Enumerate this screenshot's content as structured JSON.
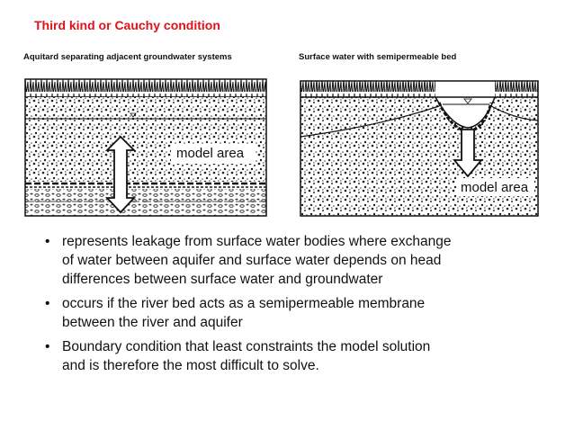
{
  "slide": {
    "title": "Third kind or Cauchy condition"
  },
  "figures": {
    "left": {
      "caption": "Aquitard separating adjacent groundwater systems",
      "label": "model area"
    },
    "right": {
      "caption": "Surface water with semipermeable bed",
      "label": "model area"
    }
  },
  "bullets": [
    {
      "lines": [
        "represents  leakage from surface water bodies where exchange",
        "of water between aquifer and surface water depends on head",
        "differences between surface water and groundwater"
      ]
    },
    {
      "lines": [
        "occurs if the river bed acts as a semipermeable membrane",
        "between the river and aquifer"
      ]
    },
    {
      "lines": [
        "Boundary condition that least constraints the model solution",
        "and is therefore the most difficult to solve."
      ]
    }
  ]
}
